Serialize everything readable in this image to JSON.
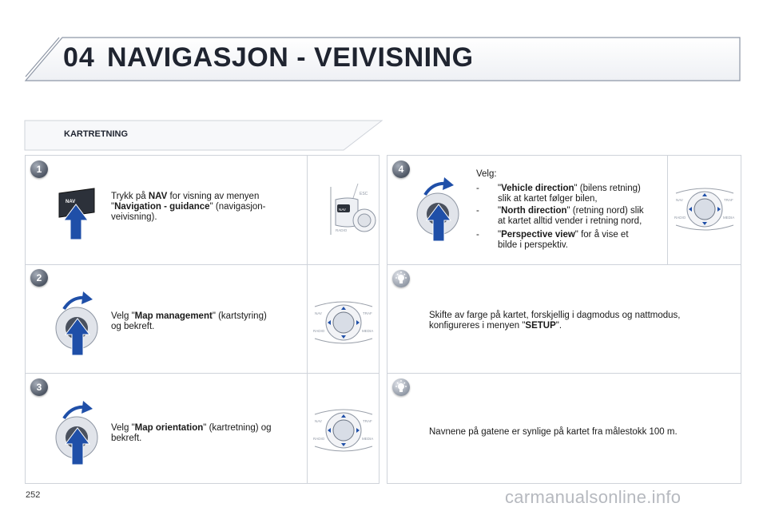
{
  "header": {
    "chapter": "04",
    "title": "NAVIGASJON - VEIVISNING"
  },
  "section": {
    "title": "KARTRETNING"
  },
  "steps": [
    {
      "number": "1",
      "p1": "Trykk på ",
      "b1": "NAV",
      "p2": " for visning av menyen",
      "q1": "\"",
      "b2": "Navigation - guidance",
      "p3": "\" (navigasjon-",
      "p4": "veivisning).",
      "nav_label": "NAV"
    },
    {
      "number": "2",
      "p1": "Velg \"",
      "b1": "Map management",
      "p2": "\" (kartstyring)",
      "p3": "og bekreft."
    },
    {
      "number": "3",
      "p1": "Velg \"",
      "b1": "Map orientation",
      "p2": "\" (kartretning) og",
      "p3": "bekreft."
    },
    {
      "number": "4",
      "intro": "Velg:",
      "bullets": [
        {
          "dash": "-",
          "q": "\"",
          "b": "Vehicle direction",
          "p": "\" (bilens retning)",
          "l2": "slik at kartet følger bilen,"
        },
        {
          "dash": "-",
          "q": "\"",
          "b": "North direction",
          "p": "\" (retning nord) slik",
          "l2": "at kartet alltid vender i retning nord,"
        },
        {
          "dash": "-",
          "q": "\"",
          "b": "Perspective view",
          "p": "\" for å vise et",
          "l2": "bilde i perspektiv."
        }
      ]
    }
  ],
  "tips": [
    {
      "l1": "Skifte av farge på kartet, forskjellig i dagmodus og nattmodus,",
      "l2a": "konfigureres i menyen \"",
      "b": "SETUP",
      "l2b": "\"."
    },
    {
      "l1": "Navnene på gatene er synlige på kartet fra målestokk 100 m."
    }
  ],
  "console_labels": {
    "nav": "NAV",
    "traf": "TRAF",
    "radio": "RADIO",
    "media": "MEDIA",
    "esc": "ESC"
  },
  "page_number": "252",
  "watermark": "carmanualsonline.info",
  "colors": {
    "arrow_blue": "#1f4fa8",
    "knob_dark": "#4a515e",
    "border": "#cfd3da",
    "title_text": "#1f2430"
  }
}
